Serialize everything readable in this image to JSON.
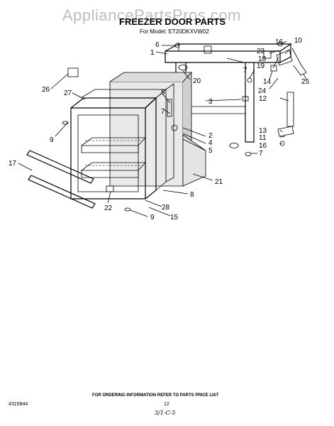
{
  "watermark": "AppliancePartsPros.com",
  "title": "FREEZER DOOR PARTS",
  "subtitle": "For Model: ET20DKXVW02",
  "callouts": [
    "1",
    "2",
    "3",
    "4",
    "5",
    "6",
    "7",
    "8",
    "9",
    "10",
    "11",
    "12",
    "13",
    "14",
    "15",
    "16",
    "17",
    "18",
    "19",
    "20",
    "21",
    "22",
    "23",
    "24",
    "25",
    "26",
    "27",
    "28"
  ],
  "footer": {
    "order_note": "FOR ORDERING INFORMATION REFER TO PARTS PRICE LIST",
    "part_number": "4315844",
    "page": "12",
    "handwritten": "3/1-C-5"
  }
}
